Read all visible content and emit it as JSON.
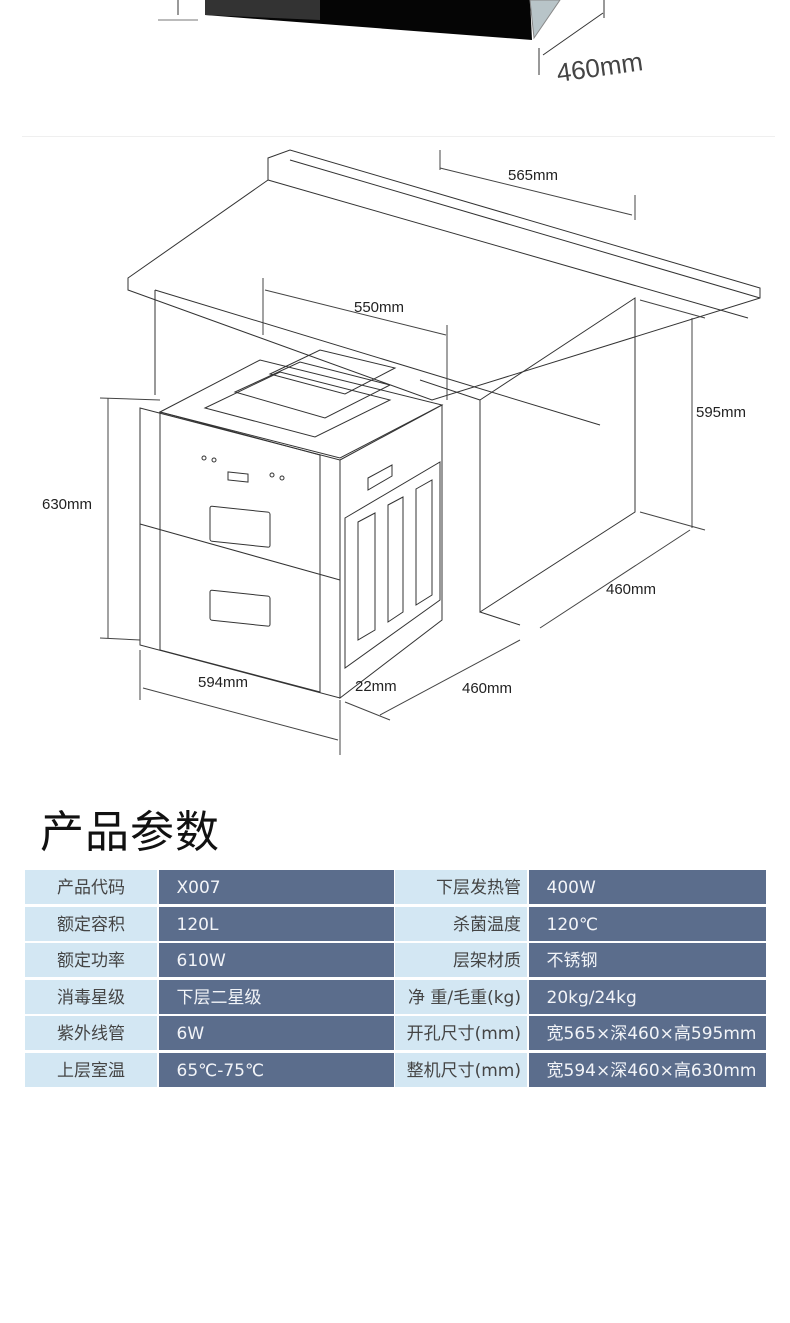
{
  "top_dimension": "460mm",
  "diagram_dimensions": {
    "cutout_width": "565mm",
    "cutout_height": "595mm",
    "cutout_depth": "460mm",
    "product_depth_top": "550mm",
    "product_height": "630mm",
    "product_width": "594mm",
    "panel_thickness": "22mm",
    "product_depth": "460mm"
  },
  "section_title": "产品参数",
  "colors": {
    "label_bg": "#d3e7f3",
    "value_bg": "#5b6d8c"
  },
  "specs": [
    {
      "label": "产品代码",
      "value": "X007",
      "label2": "下层发热管",
      "value2": "400W"
    },
    {
      "label": "额定容积",
      "value": "120L",
      "label2": "杀菌温度",
      "value2": "120℃"
    },
    {
      "label": "额定功率",
      "value": "610W",
      "label2": "层架材质",
      "value2": "不锈钢"
    },
    {
      "label": "消毒星级",
      "value": "下层二星级",
      "label2": "净 重/毛重(kg)",
      "value2": "20kg/24kg"
    },
    {
      "label": "紫外线管",
      "value": "6W",
      "label2": "开孔尺寸(mm)",
      "value2": "宽565×深460×高595mm"
    },
    {
      "label": "上层室温",
      "value": "65℃-75℃",
      "label2": "整机尺寸(mm)",
      "value2": "宽594×深460×高630mm"
    }
  ]
}
